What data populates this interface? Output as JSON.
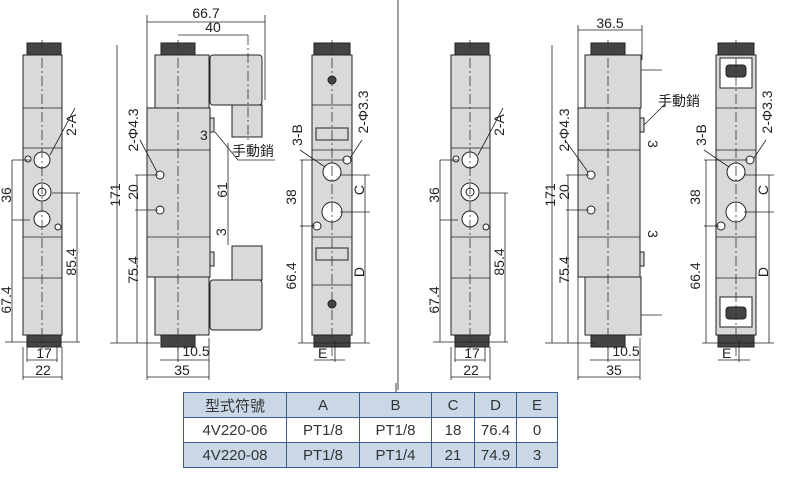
{
  "left_drawing": {
    "side_view": {
      "dim_port_pitch": "36",
      "dim_lower": "67.4",
      "dim_height": "85.4",
      "port_label": "2-A",
      "dim_inner_width": "17",
      "dim_width": "22"
    },
    "front_view": {
      "dim_overall_width": "66.7",
      "dim_coil_offset": "40",
      "dim_length": "171",
      "dim_hole_pitch": "20",
      "dim_hole_pos": "75.4",
      "dim_gap": "61",
      "dim_pin_top": "3",
      "dim_pin_bottom": "3",
      "hole_label": "2-Φ4.3",
      "manual_pin_label": "手動銷",
      "dim_offset": "10.5",
      "dim_body_width": "35"
    },
    "end_view": {
      "dim_38": "38",
      "dim_66_4": "66.4",
      "dim_c": "C",
      "dim_d": "D",
      "port_label": "3-B",
      "hole_label": "2-Φ3.3",
      "dim_e": "E"
    }
  },
  "right_drawing": {
    "side_view": {
      "dim_port_pitch": "36",
      "dim_lower": "67.4",
      "dim_height": "85.4",
      "port_label": "2-A",
      "dim_inner_width": "17",
      "dim_width": "22"
    },
    "front_view": {
      "dim_overall_width": "36.5",
      "dim_length": "171",
      "dim_hole_pitch": "20",
      "dim_hole_pos": "75.4",
      "dim_pin_top": "3",
      "dim_pin_bottom": "3",
      "hole_label": "2-Φ4.3",
      "manual_pin_label": "手動銷",
      "dim_offset": "10.5",
      "dim_body_width": "35"
    },
    "end_view": {
      "dim_38": "38",
      "dim_66_4": "66.4",
      "dim_c": "C",
      "dim_d": "D",
      "port_label": "3-B",
      "hole_label": "2-Φ3.3",
      "dim_e": "E"
    }
  },
  "spec_table": {
    "headers": [
      "型式符號",
      "A",
      "B",
      "C",
      "D",
      "E"
    ],
    "rows": [
      [
        "4V220-06",
        "PT1/8",
        "PT1/8",
        "18",
        "76.4",
        "0"
      ],
      [
        "4V220-08",
        "PT1/8",
        "PT1/4",
        "21",
        "74.9",
        "3"
      ]
    ],
    "header_color": "#c9d7e6",
    "border_color": "#3a5a90"
  }
}
